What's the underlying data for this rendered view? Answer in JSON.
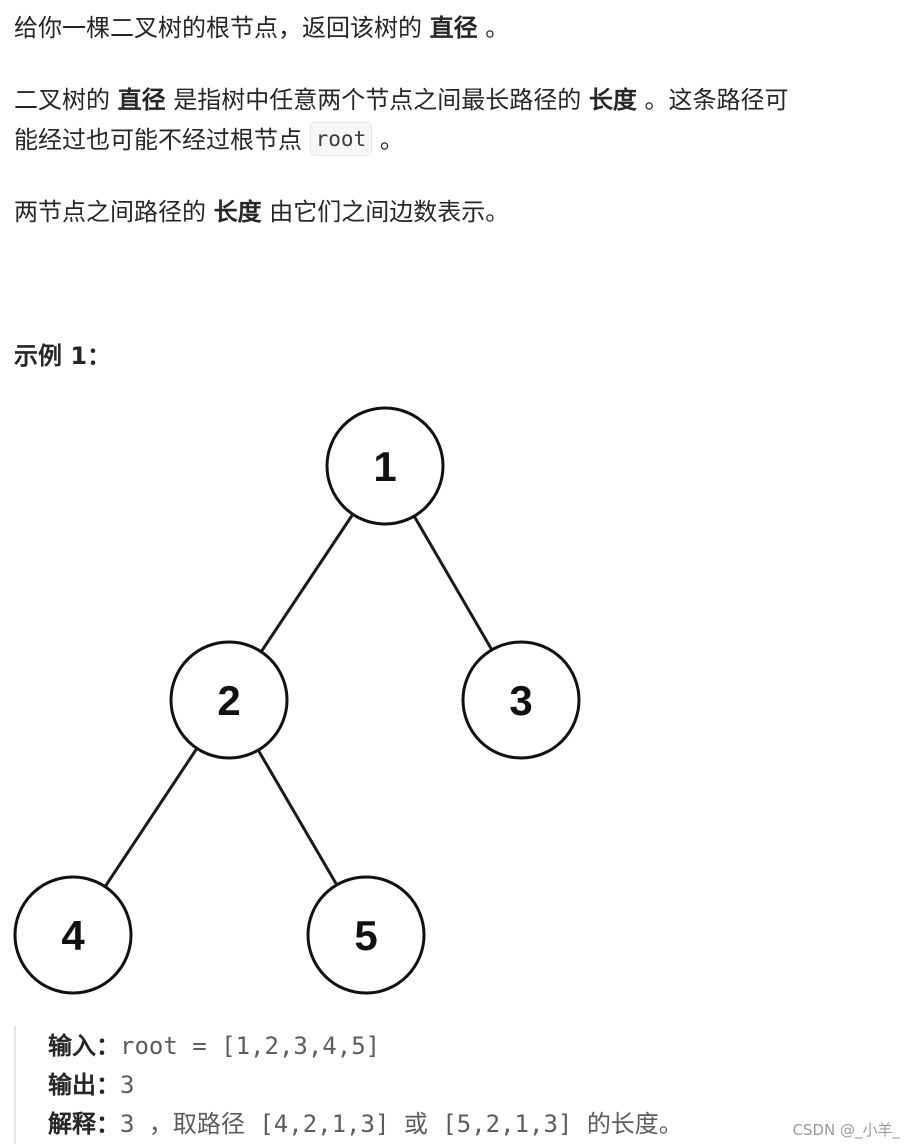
{
  "description": {
    "p1": {
      "pre": "给你一棵二叉树的根节点，返回该树的 ",
      "bold": "直径",
      "post": " 。"
    },
    "p2": {
      "pre": "二叉树的 ",
      "bold1": "直径",
      "mid": " 是指树中任意两个节点之间最长路径的 ",
      "bold2": "长度",
      "post_line1": " 。这条路径可",
      "line2_pre": "能经过也可能不经过根节点 ",
      "code": "root",
      "line2_post": " 。"
    },
    "p3": {
      "pre": "两节点之间路径的 ",
      "bold": "长度",
      "post": " 由它们之间边数表示。"
    }
  },
  "example": {
    "title": "示例 1：",
    "tree": {
      "nodes": [
        {
          "id": "1",
          "label": "1"
        },
        {
          "id": "2",
          "label": "2"
        },
        {
          "id": "3",
          "label": "3"
        },
        {
          "id": "4",
          "label": "4"
        },
        {
          "id": "5",
          "label": "5"
        }
      ],
      "edges": [
        {
          "from": "1",
          "to": "2"
        },
        {
          "from": "1",
          "to": "3"
        },
        {
          "from": "2",
          "to": "4"
        },
        {
          "from": "2",
          "to": "5"
        }
      ]
    },
    "input_label": "输入：",
    "input_value": "root = [1,2,3,4,5]",
    "output_label": "输出：",
    "output_value": "3",
    "explain_label": "解释：",
    "explain_v1": "3 ，",
    "explain_t1": "取路径",
    "explain_v2": " [4,2,1,3] ",
    "explain_t2": "或",
    "explain_v3": " [5,2,1,3] ",
    "explain_t3": "的长度。"
  },
  "watermark": "CSDN @_小羊_"
}
